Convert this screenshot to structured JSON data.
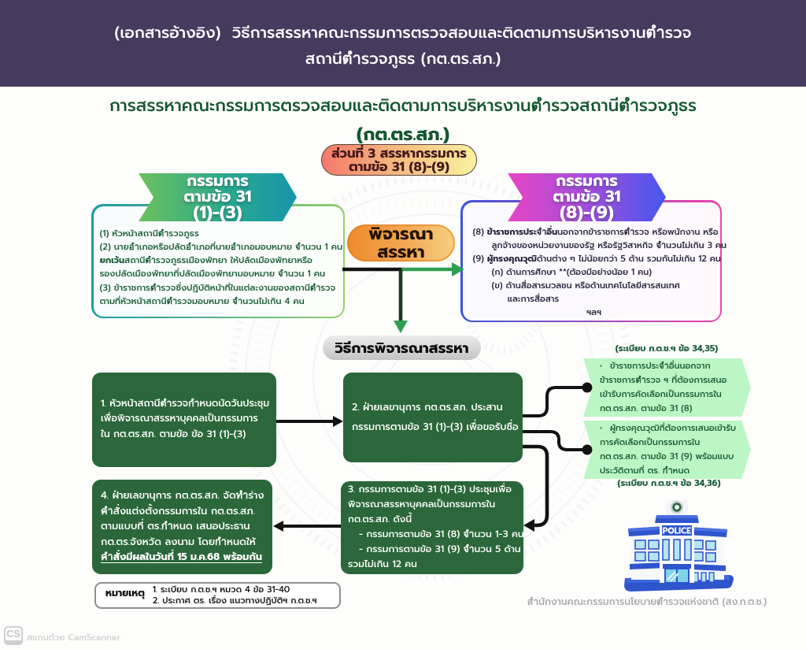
{
  "colors": {
    "banner_purple": "#463a5e",
    "title_green": "#14572e",
    "badge_gradient": [
      "#f37a6c",
      "#faf3a0"
    ],
    "badge_text": "#44191d",
    "left_banner_gradient": [
      "#6cc05e",
      "#1795ab"
    ],
    "right_banner_gradient": [
      "#e645c4",
      "#4556ef"
    ],
    "left_box_border": [
      "#1d9aa0",
      "#93d06b"
    ],
    "right_box_border": [
      "#3d55d8",
      "#f043a8"
    ],
    "orange_pill": [
      "#ef8a2e",
      "#f8cf82"
    ],
    "step_green": "#2b673a",
    "ribbon_green": "#bdf6c5",
    "arrow_green": "#2f9e53",
    "connector_black": "#111111"
  },
  "header": {
    "line1": "(เอกสารอ้างอิง)  วิธีการสรรหาคณะกรรมการตรวจสอบและติดตามการบริหารงานตำรวจ",
    "line2": "สถานีตำรวจภูธร (กต.ตร.สภ.)"
  },
  "title": {
    "line1": "การสรรหาคณะกรรมการตรวจสอบและติดตามการบริหารงานตำรวจสถานีตำรวจภูธร",
    "line2": "(กต.ตร.สภ.)"
  },
  "section_badge": {
    "line1": "ส่วนที่ 3 สรรหากรรมการ",
    "line2": "ตามข้อ 31 (8)-(9)"
  },
  "left_banner": {
    "line1": "กรรมการ",
    "line2": "ตามข้อ 31",
    "line3": "(1)-(3)"
  },
  "right_banner": {
    "line1": "กรรมการ",
    "line2": "ตามข้อ 31",
    "line3": "(8)-(9)"
  },
  "left_box": {
    "l1": "(1) หัวหน้าสถานีตำรวจภูธร",
    "l2": "(2) นายอำเภอหรือปลัดอำเภอที่นายอำเภอมอบหมาย จำนวน 1 คน",
    "l3_bold": "ยกเว้น",
    "l3_rest": "สถานีตำรวจภูธรเมืองพัทยา ให้ปลัดเมืองพัทยาหรือ",
    "l4": "รองปลัดเมืองพัทยาที่ปลัดเมืองพัทยามอบหมาย จำนวน 1 คน",
    "l5": "(3) ข้าราชการตำรวจซึ่งปฏิบัติหน้าที่ในแต่ละงานของสถานีตำรวจ",
    "l6": "ตามที่หัวหน้าสถานีตำรวจมอบหมาย จำนวนไม่เกิน 4 คน"
  },
  "right_box": {
    "l1_pre": "(8) ",
    "l1_bold": "ข้าราชการประจำอื่น",
    "l1_rest": "นอกจากข้าราชการตำรวจ หรือพนักงาน หรือ",
    "l2": "ลูกจ้างของหน่วยงานของรัฐ หรือรัฐวิสาหกิจ จำนวนไม่เกิน 3 คน",
    "l3_pre": "(9) ",
    "l3_bold": "ผู้ทรงคุณวุฒิ",
    "l3_rest": "ด้านต่าง ๆ ไม่น้อยกว่า 5 ด้าน รวมกันไม่เกิน 12 คน",
    "l4": "(ก) ด้านการศึกษา **(ต้องมีอย่างน้อย 1 คน)",
    "l5": "(ข) ด้านสื่อสารมวลชน หรือด้านเทคโนโลยีสารสนเทศ",
    "l6": "และการสื่อสาร",
    "l7": "ฯลฯ"
  },
  "consider_pill": {
    "line1": "พิจารณา",
    "line2": "สรรหา"
  },
  "method_pill": "วิธีการพิจารณาสรรหา",
  "steps": {
    "s1_l1": "1. หัวหน้าสถานีตำรวจกำหนดนัดวันประชุม",
    "s1_l2": "เพื่อพิจารณาสรรหาบุคคลเป็นกรรมการ",
    "s1_l3": "ใน กต.ตร.สภ. ตามข้อ ข้อ 31 (1)-(3)",
    "s2_l1": "2. ฝ่ายเลขานุการ กต.ตร.สภ. ประสาน",
    "s2_l2": "กรรมการตามข้อ 31 (1)-(3) เพื่อขอรับชื่อ",
    "s3_l1": "3. กรรมการตามข้อ 31 (1)-(3) ประชุมเพื่อ",
    "s3_l2": "พิจารณาสรรหาบุคคลเป็นกรรมการใน",
    "s3_l3": "กต.ตร.สภ. ดังนี้",
    "s3_l4": "- กรรมการตามข้อ 31 (8) จำนวน 1-3 คน",
    "s3_l5": "- กรรมการตามข้อ 31 (9) จำนวน 5 ด้าน",
    "s3_l6": "รวมไม่เกิน 12 คน",
    "s4_l1": "4. ฝ่ายเลขานุการ กต.ตร.สภ. จัดทำร่าง",
    "s4_l2": "คำสั่งแต่งตั้งกรรมการใน กต.ตร.สภ.",
    "s4_l3": "ตามแบบที่ ตร.กำหนด เสนอประธาน",
    "s4_l4": "กต.ตร.จังหวัด ลงนาม โดยกำหนดให้",
    "s4_l5": "คำสั่งมีผลในวันที่ 15 ม.ค.68 พร้อมกัน"
  },
  "ribbons": {
    "caption_top": "(ระเบียบ ก.ต.ช.ฯ ข้อ 34,35)",
    "bullet": "•",
    "r1_l1": "ข้าราชการประจำอื่นนอกจาก",
    "r1_l2": "ข้าราชการตำรวจ ฯ ที่ต้องการเสนอ",
    "r1_l3": "เข้ารับการคัดเลือกเป็นกรรมการใน",
    "r1_l4": "กต.ตร.สภ. ตามข้อ 31 (8)",
    "r2_l1": "ผู้ทรงคุณวุฒิที่ต้องการเสนอเข้ารับ",
    "r2_l2": "การคัดเลือกเป็นกรรมการใน",
    "r2_l3": "กต.ตร.สภ. ตามข้อ 31 (9) พร้อมแบบ",
    "r2_l4": "ประวัติตามที่ ตร. กำหนด",
    "caption_bottom": "(ระเบียบ ก.ต.ช.ฯ ข้อ 34,36)"
  },
  "note": {
    "label": "หมายเหตุ",
    "line1": "1. ระเบียบ ก.ต.ช.ฯ หมวด 4 ข้อ 31-40",
    "line2": "2. ประกาศ ตร. เรื่อง แนวทางปฏิบัติฯ ก.ต.ช.ฯ"
  },
  "police_sign": "POLICE",
  "agency_caption": "สำนักงานคณะกรรมการนโยบายตำรวจแห่งชาติ (สง.ก.ต.ช.)",
  "footer": {
    "logo": "CS",
    "text": "สแกนด้วย CamScanner"
  }
}
